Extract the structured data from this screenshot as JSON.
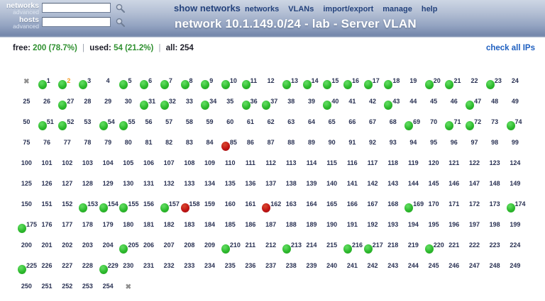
{
  "header": {
    "search": {
      "networks_label": "networks",
      "hosts_label": "hosts",
      "advanced_label": "advanced",
      "networks_value": "",
      "hosts_value": ""
    },
    "nav": {
      "show_networks": "show networks",
      "items": [
        "networks",
        "VLANs",
        "import/export",
        "manage",
        "help"
      ]
    },
    "title": "network 10.1.149.0/24 - lab - Server VLAN"
  },
  "stats": {
    "free_label": "free:",
    "free_value": "200 (78.7%)",
    "used_label": "used:",
    "used_value": "54 (21.2%)",
    "all_label": "all:",
    "all_value": "254",
    "separator": "|",
    "check_all_label": "check all IPs"
  },
  "grid": {
    "first_ip": 1,
    "last_ip": 254,
    "columns": 25,
    "x_icon": "✖",
    "green_ips": [
      1,
      2,
      3,
      5,
      6,
      7,
      8,
      9,
      10,
      11,
      13,
      14,
      15,
      16,
      17,
      18,
      20,
      21,
      23,
      27,
      31,
      32,
      34,
      36,
      37,
      40,
      43,
      47,
      51,
      52,
      54,
      55,
      69,
      71,
      72,
      74,
      153,
      154,
      155,
      157,
      169,
      174,
      175,
      205,
      210,
      213,
      216,
      217,
      220,
      225,
      229
    ],
    "red_ips": [
      85,
      158,
      162
    ],
    "orange_number_ips": [
      2
    ]
  },
  "colors": {
    "green_dot": "#2db92d",
    "red_dot": "#c11414",
    "orange_number": "#f79a1e",
    "stat_green_text": "#2f9030",
    "link_blue": "#1e5fc0",
    "nav_blue": "#24427c",
    "ip_number": "#283052"
  }
}
